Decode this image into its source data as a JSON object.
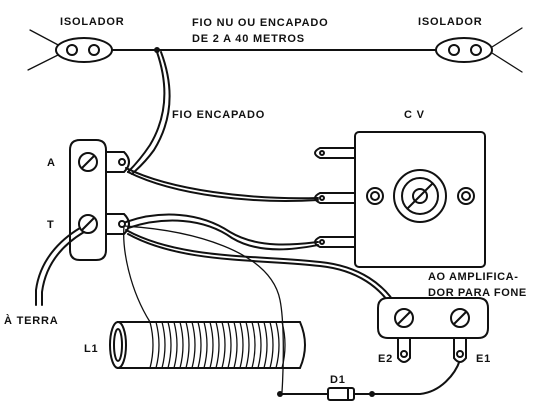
{
  "labels": {
    "isolador_left": "ISOLADOR",
    "isolador_right": "ISOLADOR",
    "antenna_line1": "FIO NU OU ENCAPADO",
    "antenna_line2": "DE 2 A 40 METROS",
    "fio_encapado": "FIO ENCAPADO",
    "cv": "C V",
    "terminal_a": "A",
    "terminal_t": "T",
    "a_terra": "À TERRA",
    "ao_amplificador_line1": "AO AMPLIFICA-",
    "ao_amplificador_line2": "DOR PARA FONE",
    "l1": "L1",
    "d1": "D1",
    "e2": "E2",
    "e1": "E1"
  }
}
